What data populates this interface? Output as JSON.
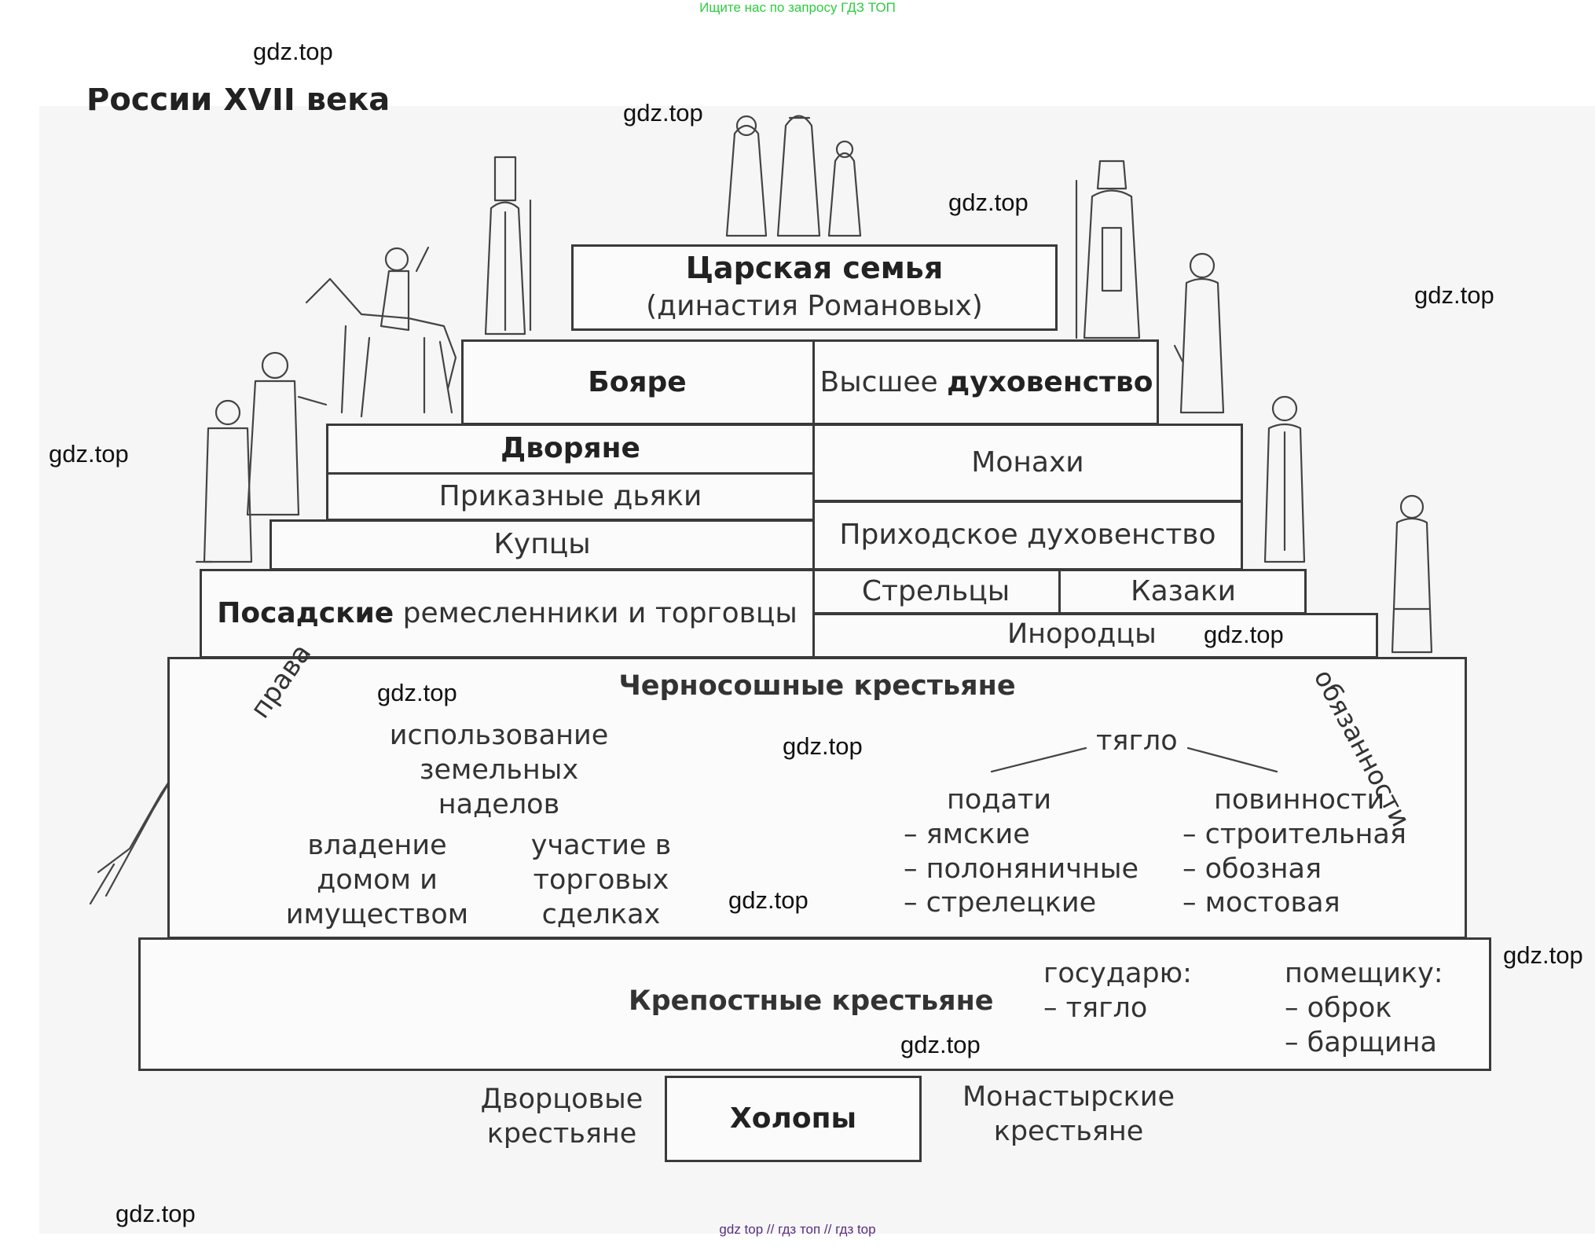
{
  "banners": {
    "top": "Ищите нас по запросу ГДЗ ТОП",
    "bottom": "gdz top // гдз топ // гдз top"
  },
  "watermark": "gdz.top",
  "diagram": {
    "title_fragment": "России XVII века",
    "tsar": {
      "line1": "Царская семья",
      "line2": "(династия Романовых)"
    },
    "boyars": "Бояре",
    "higher_clergy": {
      "normal": "Высшее ",
      "bold": "духовенство"
    },
    "nobles": "Дворяне",
    "clerks": "Приказные дьяки",
    "merchants": "Купцы",
    "monks": "Монахи",
    "parish_clergy": "Приходское духовенство",
    "posad": {
      "bold": "Посадские",
      "normal": " ремесленники и торговцы"
    },
    "streltsy": "Стрельцы",
    "cossacks": "Казаки",
    "inorodtsy": "Инородцы",
    "black_peasants": {
      "title": "Черносошные крестьяне",
      "rights_label": "права",
      "rights": {
        "land": [
          "использование",
          "земельных",
          "наделов"
        ],
        "house": [
          "владение",
          "домом и",
          "имуществом"
        ],
        "trade": [
          "участие в",
          "торговых",
          "сделках"
        ]
      },
      "duties_label": "обязанности",
      "tyaglo": "тягло",
      "taxes": {
        "title": "подати",
        "items": [
          "– ямские",
          "– полоняничные",
          "– стрелецкие"
        ]
      },
      "obligations": {
        "title": "повинности",
        "items": [
          "– строительная",
          "– обозная",
          "– мостовая"
        ]
      }
    },
    "serfs": {
      "title": "Крепостные крестьяне",
      "to_sovereign": {
        "title": "государю:",
        "items": [
          "– тягло"
        ]
      },
      "to_landlord": {
        "title": "помещику:",
        "items": [
          "– оброк",
          "– барщина"
        ]
      }
    },
    "palace_peasants": [
      "Дворцовые",
      "крестьяне"
    ],
    "kholopy": "Холопы",
    "monastery_peasants": [
      "Монастырские",
      "крестьяне"
    ]
  }
}
